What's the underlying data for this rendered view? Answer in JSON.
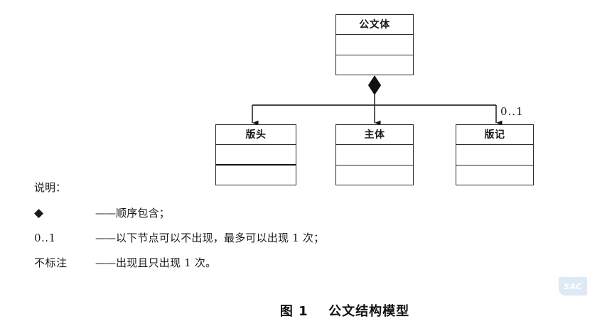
{
  "figure": {
    "caption_label": "图 1",
    "caption_title": "公文结构模型"
  },
  "diagram": {
    "type": "uml-class-diagram",
    "root": {
      "name": "box-root",
      "title": "公文体",
      "compartments": 3
    },
    "children": [
      {
        "name": "box-banner",
        "title": "版头",
        "compartments": 3,
        "multiplicity": ""
      },
      {
        "name": "box-body",
        "title": "主体",
        "compartments": 3,
        "multiplicity": ""
      },
      {
        "name": "box-versionnote",
        "title": "版记",
        "compartments": 3,
        "multiplicity": "0..1"
      }
    ],
    "association": {
      "kind": "composition",
      "marker": "filled-diamond"
    }
  },
  "legend": {
    "heading": "说明：",
    "rows": [
      {
        "key": "◆",
        "key_kind": "diamond-symbol",
        "dash": "——",
        "text": "顺序包含；"
      },
      {
        "key": "0..1",
        "key_kind": "text",
        "dash": "——",
        "text": "以下节点可以不出现，最多可以出现 1 次；"
      },
      {
        "key": "不标注",
        "key_kind": "text",
        "dash": "——",
        "text": "出现且只出现 1 次。"
      }
    ]
  },
  "watermark": {
    "text": "SAC"
  },
  "colors": {
    "line": "#2b2b2b",
    "text": "#1a1a1a",
    "background": "#ffffff",
    "watermark_bg": "#dce8f7"
  }
}
